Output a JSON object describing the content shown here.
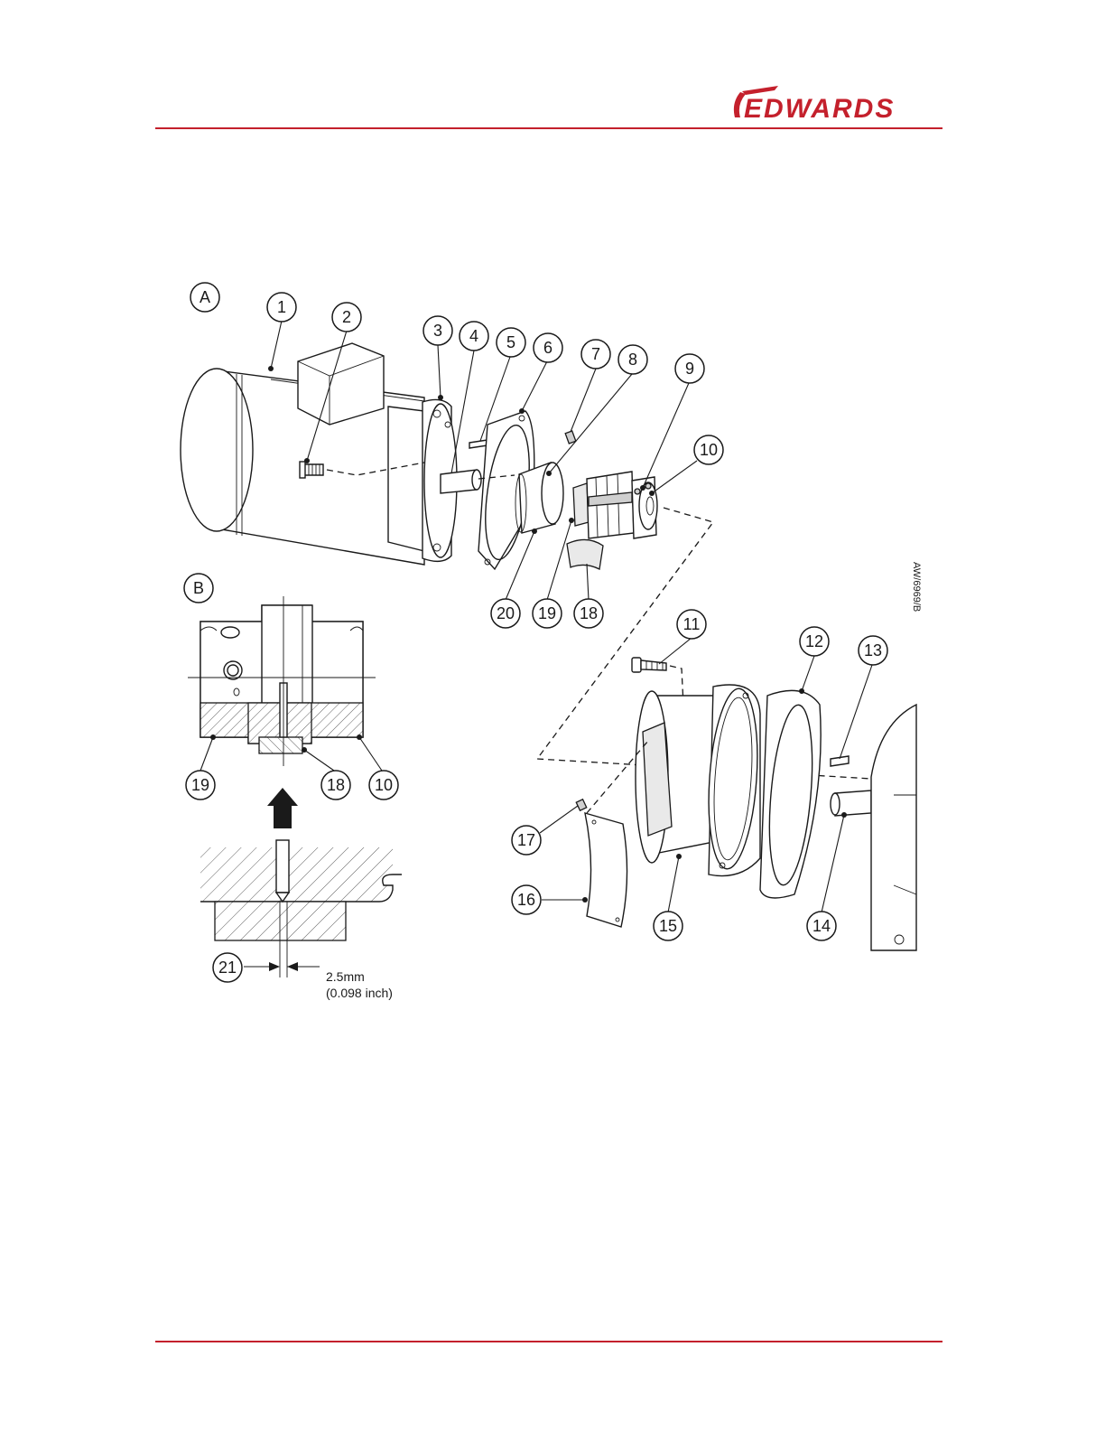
{
  "header": {
    "brand": "EDWARDS",
    "rule_color": "#c4202c"
  },
  "figure": {
    "views": [
      "A",
      "B"
    ],
    "callouts": [
      "1",
      "2",
      "3",
      "4",
      "5",
      "6",
      "7",
      "8",
      "9",
      "10",
      "11",
      "12",
      "13",
      "14",
      "15",
      "16",
      "17",
      "18",
      "19",
      "20",
      "21"
    ],
    "detail_b_callouts": [
      "19",
      "18",
      "10",
      "21"
    ],
    "dimension": {
      "value": "2.5mm",
      "imperial": "(0.098 inch)"
    },
    "drawing_ref": "AW/6969/B"
  }
}
